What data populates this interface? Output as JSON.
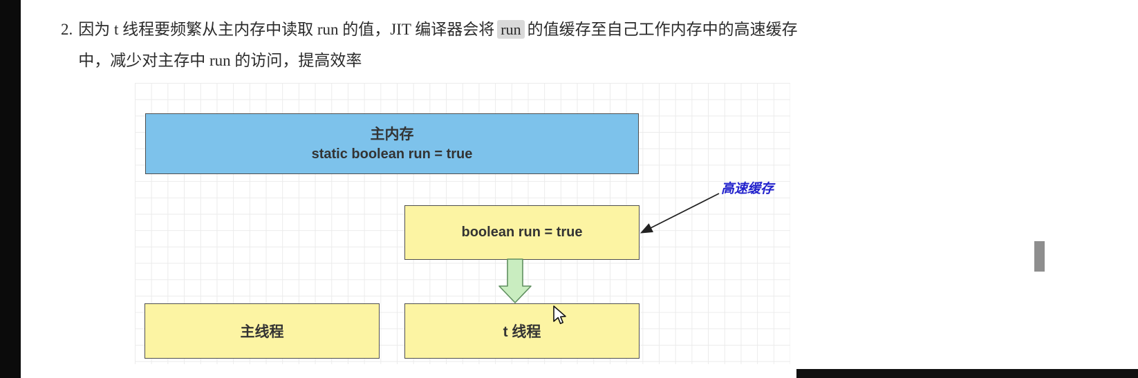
{
  "paragraph": {
    "marker": "2.",
    "line1_before": "因为 t 线程要频繁从主内存中读取 run 的值，JIT 编译器会将",
    "inline_code": "run",
    "line1_after": "的值缓存至自己工作内存中的高速缓存",
    "line2": "中，减少对主存中 run 的访问，提高效率"
  },
  "diagram": {
    "main_memory_title": "主内存",
    "main_memory_code": "static boolean run = true",
    "cache_label": "boolean run = true",
    "annotation": "高速缓存",
    "main_thread_label": "主线程",
    "t_thread_label": "t 线程"
  },
  "colors": {
    "main_memory_fill": "#7dc2eb",
    "thread_box_fill": "#fcf4a3",
    "box_border": "#4d4d4d",
    "down_arrow_fill": "#c9edc0",
    "down_arrow_border": "#5f8f5f",
    "annotation_text": "#2222cc",
    "inline_code_bg": "#d9d9d9",
    "grid_line": "#ebebeb",
    "scrollbar_thumb": "#8e8e8e"
  }
}
